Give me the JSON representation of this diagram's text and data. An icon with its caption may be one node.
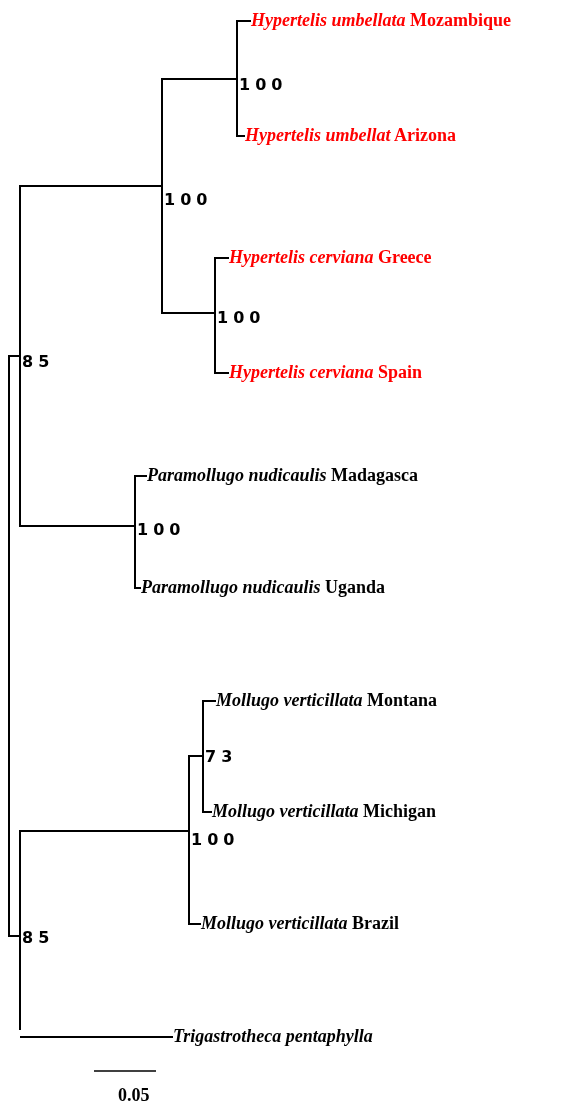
{
  "diagram": {
    "nodes": [
      {
        "text": [
          "*Hypertelis umbellata* Mozambique"
        ]
      },
      {
        "text": [
          "*Hypertelis umbellat* Arizona"
        ]
      },
      {
        "text": [
          "*Hypertelis cerviana* Greece"
        ]
      },
      {
        "text": [
          "*Hypertelis cerviana* Spain"
        ]
      },
      {
        "text": [
          "*Paramollugo nudicaulis* Madagasca"
        ]
      },
      {
        "text": [
          "*Paramollugo nudicaulis* Uganda"
        ]
      },
      {
        "text": [
          "*Mollugo verticillata* Montana"
        ]
      },
      {
        "text": [
          "*Mollugo verticillata* Michigan"
        ]
      },
      {
        "text": [
          "*Mollugo verticillata* Brazil"
        ]
      },
      {
        "text": [
          "*Trigastrotheca pentaphylla*"
        ]
      },
      {
        "text": [],
        "shape": "bar",
        "beside": [
          "100"
        ]
      },
      {
        "text": [],
        "shape": "bar",
        "beside": [
          "100"
        ]
      },
      {
        "text": [],
        "shape": "bar",
        "beside": [
          "100"
        ]
      },
      {
        "text": [],
        "shape": "bar",
        "beside": [
          "85"
        ]
      },
      {
        "text": [],
        "shape": "bar",
        "beside": [
          "100"
        ]
      },
      {
        "text": [],
        "shape": "bar",
        "beside": [
          "73"
        ]
      },
      {
        "text": [],
        "shape": "bar",
        "beside": [
          "100"
        ]
      },
      {
        "text": [],
        "shape": "bar",
        "beside": [
          "85"
        ]
      },
      {
        "text": [],
        "shape": "bar"
      }
    ],
    "edges": [
      {
        "from": 18,
        "to": 13,
        "arrow": "none"
      },
      {
        "from": 18,
        "to": 17,
        "arrow": "none"
      },
      {
        "from": 13,
        "to": 12,
        "arrow": "none"
      },
      {
        "from": 13,
        "to": 14,
        "arrow": "none"
      },
      {
        "from": 12,
        "to": 10,
        "arrow": "none"
      },
      {
        "from": 12,
        "to": 11,
        "arrow": "none"
      },
      {
        "from": 10,
        "to": 0,
        "arrow": "none"
      },
      {
        "from": 10,
        "to": 1,
        "arrow": "none"
      },
      {
        "from": 11,
        "to": 2,
        "arrow": "none"
      },
      {
        "from": 11,
        "to": 3,
        "arrow": "none"
      },
      {
        "from": 14,
        "to": 4,
        "arrow": "none"
      },
      {
        "from": 14,
        "to": 5,
        "arrow": "none"
      },
      {
        "from": 17,
        "to": 16,
        "arrow": "none"
      },
      {
        "from": 17,
        "to": 9,
        "arrow": "none"
      },
      {
        "from": 16,
        "to": 15,
        "arrow": "none"
      },
      {
        "from": 16,
        "to": 8,
        "arrow": "none"
      },
      {
        "from": 15,
        "to": 6,
        "arrow": "none"
      },
      {
        "from": 15,
        "to": 7,
        "arrow": "none"
      }
    ],
    "labels": [
      "0.05"
    ]
  }
}
